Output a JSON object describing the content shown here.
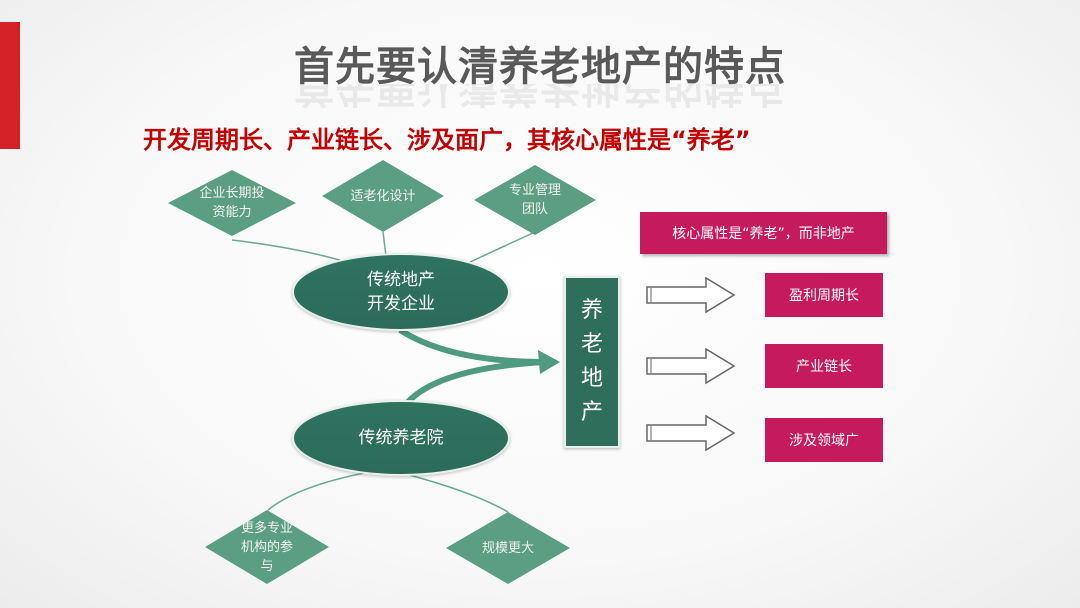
{
  "title": "首先要认清养老地产的特点",
  "subtitle": "开发周期长、产业链长、涉及面广，其核心属性是“养老”",
  "top_diamonds": [
    {
      "label": "企业长期投资能力"
    },
    {
      "label": "适老化设计"
    },
    {
      "label": "专业管理团队"
    }
  ],
  "ellipses": {
    "developer": "传统地产\n开发企业",
    "nursing_home": "传统养老院"
  },
  "center_box": "养老地产",
  "bottom_diamonds": [
    {
      "label": "更多专业机构的参与"
    },
    {
      "label": "规模更大"
    }
  ],
  "right_panel": {
    "header": "核心属性是“养老”，而非地产",
    "items": [
      "盈利周期长",
      "产业链长",
      "涉及领域广"
    ]
  },
  "colors": {
    "accent_red": "#d42027",
    "subtitle_red": "#c00000",
    "diamond_green": "#5b9e84",
    "dark_green": "#2e6e5a",
    "pink": "#c51a5c"
  }
}
